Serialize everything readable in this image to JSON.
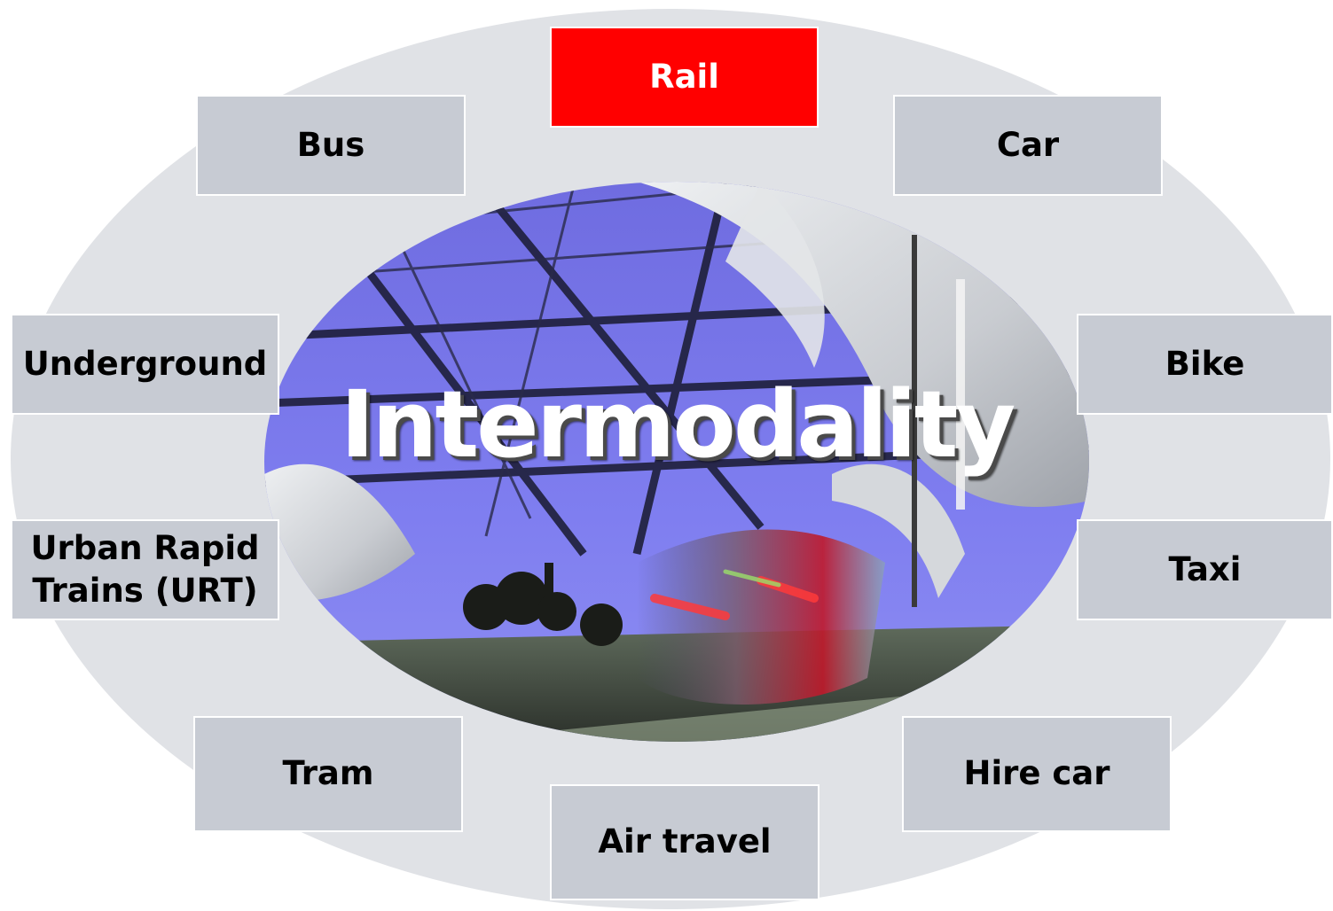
{
  "diagram": {
    "center_title": "Intermodality",
    "modes": [
      {
        "id": "rail",
        "label": "Rail",
        "active": true
      },
      {
        "id": "bus",
        "label": "Bus",
        "active": false
      },
      {
        "id": "car",
        "label": "Car",
        "active": false
      },
      {
        "id": "underground",
        "label": "Underground",
        "active": false
      },
      {
        "id": "bike",
        "label": "Bike",
        "active": false
      },
      {
        "id": "urt",
        "label": "Urban Rapid Trains (URT)",
        "active": false
      },
      {
        "id": "taxi",
        "label": "Taxi",
        "active": false
      },
      {
        "id": "tram",
        "label": "Tram",
        "active": false
      },
      {
        "id": "hirecar",
        "label": "Hire car",
        "active": false
      },
      {
        "id": "airtravel",
        "label": "Air travel",
        "active": false
      }
    ],
    "urt_lines": [
      "Urban Rapid",
      "Trains (URT)"
    ]
  },
  "colors": {
    "ring": "#e0e2e6",
    "box": "#c7cbd3",
    "active_box": "#ff0000",
    "active_text": "#ffffff",
    "text": "#000000"
  },
  "hub_image": "station-platform-photo"
}
